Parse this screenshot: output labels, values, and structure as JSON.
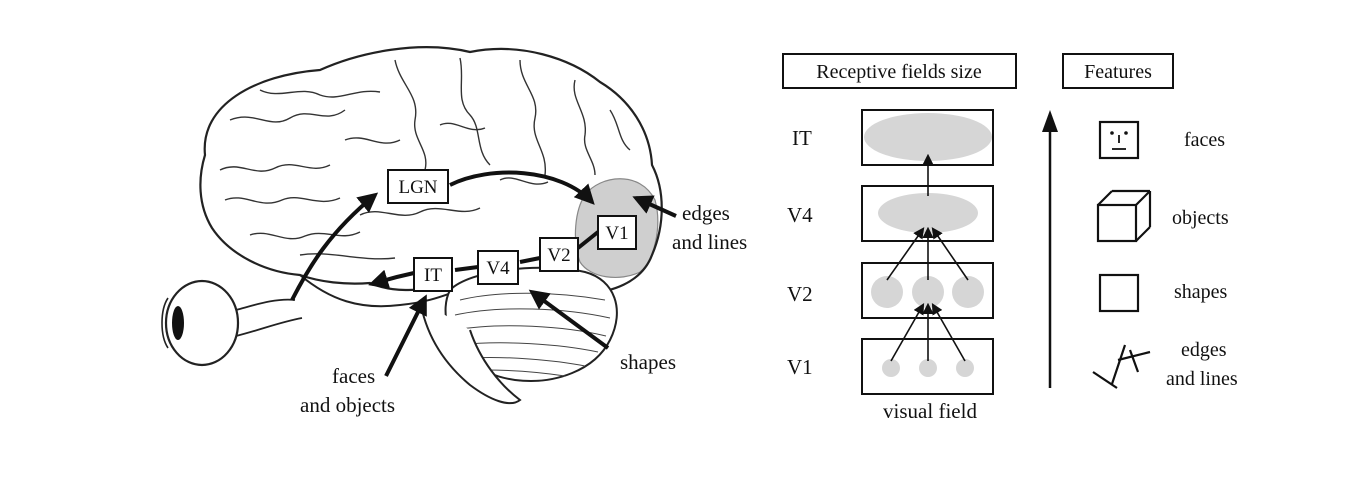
{
  "brain": {
    "regions": {
      "lgn": "LGN",
      "v1": "V1",
      "v2": "V2",
      "v4": "V4",
      "it": "IT"
    },
    "annotations": {
      "edges_line1": "edges",
      "edges_line2": "and lines",
      "shapes": "shapes",
      "faces_line1": "faces",
      "faces_line2": "and objects"
    }
  },
  "receptive": {
    "heading": "Receptive fields size",
    "rows": [
      "IT",
      "V4",
      "V2",
      "V1"
    ],
    "footer": "visual field"
  },
  "features": {
    "heading": "Features",
    "items": {
      "faces": "faces",
      "objects": "objects",
      "shapes": "shapes",
      "edges_line1": "edges",
      "edges_line2": "and lines"
    }
  },
  "colors": {
    "ink": "#111111",
    "field_fill": "#d6d6d6",
    "v1_region": "#cfcfcf"
  }
}
